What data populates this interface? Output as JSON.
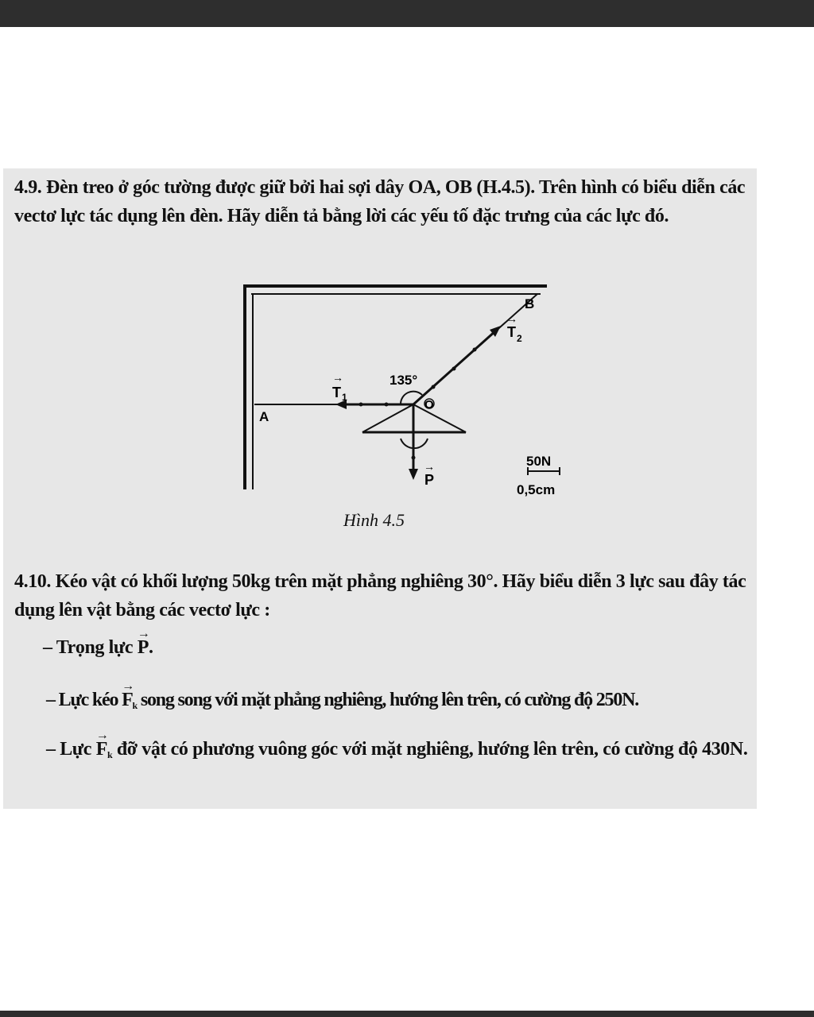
{
  "problem_4_9": {
    "number": "4.9.",
    "text": "Đèn treo ở góc tường được giữ bởi hai sợi dây OA, OB (H.4.5). Trên hình có biểu diễn các vectơ lực tác dụng lên đèn. Hãy diễn tả bằng lời các yếu tố đặc trưng của các lực đó."
  },
  "figure": {
    "caption": "Hình 4.5",
    "labels": {
      "A": "A",
      "B": "B",
      "O": "O",
      "T1": "T",
      "T1_sub": "1",
      "T2": "T",
      "T2_sub": "2",
      "P": "P",
      "angle": "135°",
      "scale_force": "50N",
      "scale_length": "0,5cm"
    }
  },
  "problem_4_10": {
    "number": "4.10.",
    "text": "Kéo vật có khối lượng 50kg trên mặt phẳng nghiêng 30°. Hãy biểu diễn 3 lực sau đây tác dụng lên vật bằng các vectơ lực :",
    "items": [
      {
        "prefix": "– Trọng lực",
        "vec": "P",
        "vec_sub": "",
        "suffix": "."
      },
      {
        "prefix": "– Lực kéo",
        "vec": "F",
        "vec_sub": "k",
        "suffix": "song song với mặt phẳng nghiêng, hướng lên trên, có cường độ 250N."
      },
      {
        "prefix": "– Lực",
        "vec": "F",
        "vec_sub": "k",
        "suffix": "đỡ vật có phương vuông góc với mặt nghiêng, hướng lên trên, có cường độ 430N."
      }
    ]
  }
}
